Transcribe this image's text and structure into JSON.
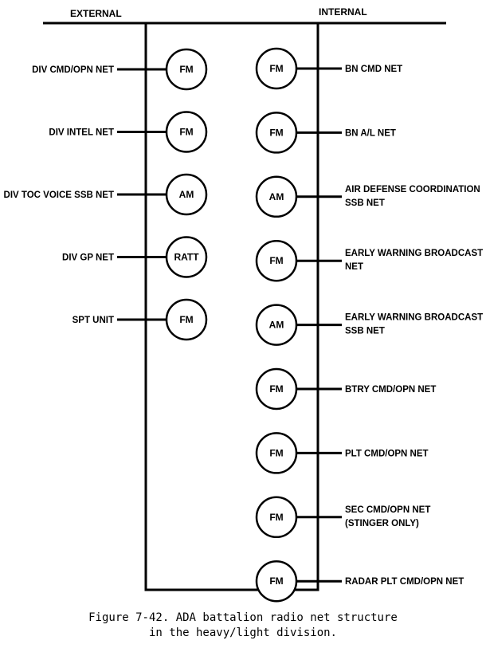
{
  "headers": {
    "external": "EXTERNAL",
    "internal": "INTERNAL"
  },
  "external_nets": [
    {
      "label": [
        "DIV CMD/OPN NET"
      ],
      "radio": "FM"
    },
    {
      "label": [
        "DIV INTEL NET"
      ],
      "radio": "FM"
    },
    {
      "label": [
        "DIV TOC VOICE SSB NET"
      ],
      "radio": "AM"
    },
    {
      "label": [
        "DIV GP NET"
      ],
      "radio": "RATT"
    },
    {
      "label": [
        "SPT UNIT"
      ],
      "radio": "FM"
    }
  ],
  "internal_nets": [
    {
      "label": [
        "BN CMD NET"
      ],
      "radio": "FM"
    },
    {
      "label": [
        "BN A/L NET"
      ],
      "radio": "FM"
    },
    {
      "label": [
        "AIR DEFENSE COORDINATION",
        "SSB  NET"
      ],
      "radio": "AM"
    },
    {
      "label": [
        "EARLY WARNING BROADCAST",
        "NET"
      ],
      "radio": "FM"
    },
    {
      "label": [
        "EARLY WARNING BROADCAST",
        "SSB NET"
      ],
      "radio": "AM"
    },
    {
      "label": [
        "BTRY CMD/OPN NET"
      ],
      "radio": "FM"
    },
    {
      "label": [
        "PLT CMD/OPN NET"
      ],
      "radio": "FM"
    },
    {
      "label": [
        "SEC CMD/OPN NET",
        "(STINGER ONLY)"
      ],
      "radio": "FM"
    },
    {
      "label": [
        "RADAR PLT CMD/OPN NET"
      ],
      "radio": "FM"
    }
  ],
  "caption": {
    "line1": "Figure 7-42. ADA battalion radio net structure",
    "line2": "in the heavy/light division."
  }
}
